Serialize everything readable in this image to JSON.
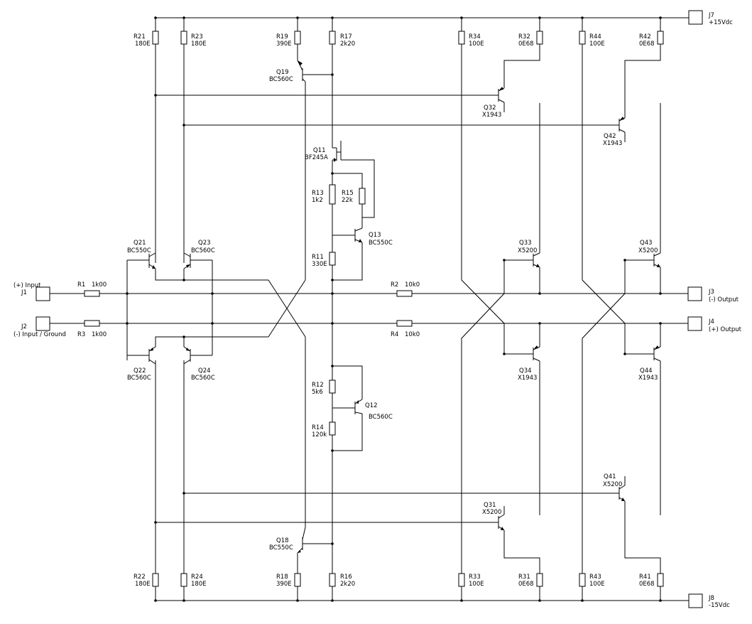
{
  "connectors": {
    "j7": {
      "ref": "J7",
      "label": "+15Vdc"
    },
    "j8": {
      "ref": "J8",
      "label": "-15Vdc"
    },
    "j1": {
      "ref": "J1",
      "label": "(+) Input"
    },
    "j2": {
      "ref": "J2",
      "label": "(-) Input / Ground"
    },
    "j3": {
      "ref": "J3",
      "label": "(-) Output"
    },
    "j4": {
      "ref": "J4",
      "label": "(+) Output"
    }
  },
  "resistors": {
    "r21": {
      "ref": "R21",
      "value": "180E"
    },
    "r23": {
      "ref": "R23",
      "value": "180E"
    },
    "r19": {
      "ref": "R19",
      "value": "390E"
    },
    "r17": {
      "ref": "R17",
      "value": "2k20"
    },
    "r34": {
      "ref": "R34",
      "value": "100E"
    },
    "r32": {
      "ref": "R32",
      "value": "0E68"
    },
    "r44": {
      "ref": "R44",
      "value": "100E"
    },
    "r42": {
      "ref": "R42",
      "value": "0E68"
    },
    "r22": {
      "ref": "R22",
      "value": "180E"
    },
    "r24": {
      "ref": "R24",
      "value": "180E"
    },
    "r18": {
      "ref": "R18",
      "value": "390E"
    },
    "r16": {
      "ref": "R16",
      "value": "2k20"
    },
    "r33": {
      "ref": "R33",
      "value": "100E"
    },
    "r31": {
      "ref": "R31",
      "value": "0E68"
    },
    "r43": {
      "ref": "R43",
      "value": "100E"
    },
    "r41": {
      "ref": "R41",
      "value": "0E68"
    },
    "r13": {
      "ref": "R13",
      "value": "1k2"
    },
    "r15": {
      "ref": "R15",
      "value": "22k"
    },
    "r11": {
      "ref": "R11",
      "value": "330E"
    },
    "r12": {
      "ref": "R12",
      "value": "5k6"
    },
    "r14": {
      "ref": "R14",
      "value": "120k"
    },
    "r1": {
      "ref": "R1",
      "value": "1k00"
    },
    "r3": {
      "ref": "R3",
      "value": "1k00"
    },
    "r2": {
      "ref": "R2",
      "value": "10k0"
    },
    "r4": {
      "ref": "R4",
      "value": "10k0"
    }
  },
  "transistors": {
    "q19": {
      "ref": "Q19",
      "part": "BC560C"
    },
    "q18": {
      "ref": "Q18",
      "part": "BC550C"
    },
    "q11": {
      "ref": "Q11",
      "part": "BF245A"
    },
    "q13": {
      "ref": "Q13",
      "part": "BC550C"
    },
    "q12": {
      "ref": "Q12",
      "part": "BC560C"
    },
    "q21": {
      "ref": "Q21",
      "part": "BC550C"
    },
    "q23": {
      "ref": "Q23",
      "part": "BC560C"
    },
    "q22": {
      "ref": "Q22",
      "part": "BC560C"
    },
    "q24": {
      "ref": "Q24",
      "part": "BC560C"
    },
    "q32": {
      "ref": "Q32",
      "part": "X1943"
    },
    "q42": {
      "ref": "Q42",
      "part": "X1943"
    },
    "q33": {
      "ref": "Q33",
      "part": "X5200"
    },
    "q43": {
      "ref": "Q43",
      "part": "X5200"
    },
    "q34": {
      "ref": "Q34",
      "part": "X1943"
    },
    "q44": {
      "ref": "Q44",
      "part": "X1943"
    },
    "q31": {
      "ref": "Q31",
      "part": "X5200"
    },
    "q41": {
      "ref": "Q41",
      "part": "X5200"
    }
  }
}
